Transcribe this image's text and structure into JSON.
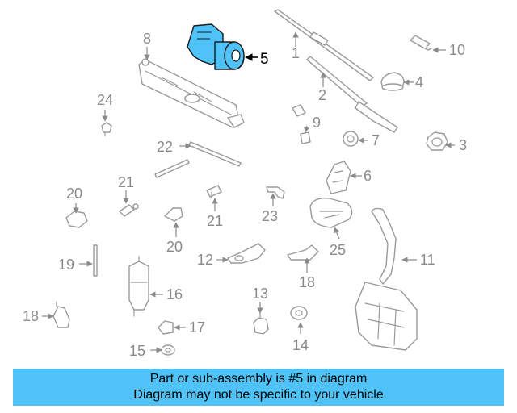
{
  "callouts": {
    "c1": "1",
    "c2": "2",
    "c3": "3",
    "c4": "4",
    "c5": "5",
    "c6": "6",
    "c7": "7",
    "c8": "8",
    "c9": "9",
    "c10": "10",
    "c11": "11",
    "c12": "12",
    "c13": "13",
    "c14": "14",
    "c15": "15",
    "c16": "16",
    "c17": "17",
    "c18a": "18",
    "c18b": "18",
    "c19": "19",
    "c20a": "20",
    "c20b": "20",
    "c21a": "21",
    "c21b": "21",
    "c22": "22",
    "c23": "23",
    "c24": "24",
    "c25": "25"
  },
  "highlight": {
    "part": "5",
    "color": "#4fc3f7"
  },
  "banner": {
    "line1": "Part or sub-assembly is #5 in diagram",
    "line2": "Diagram may not be specific to your vehicle"
  }
}
